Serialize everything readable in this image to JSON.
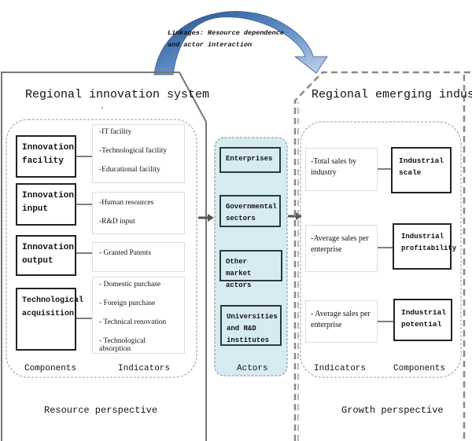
{
  "linkage_label": [
    "Linkages: Resource dependence",
    "and actor interaction"
  ],
  "left": {
    "title": "Regional innovation system",
    "components": [
      {
        "label": "Innovation facility",
        "indicators": [
          "-IT facility",
          "-Technological facility",
          "-Educational facility"
        ]
      },
      {
        "label": "Innovation input",
        "indicators": [
          "-Human resources",
          "-R&D input"
        ]
      },
      {
        "label": "Innovation output",
        "indicators": [
          "- Granted Patents"
        ]
      },
      {
        "label": "Technological acquisition",
        "indicators": [
          "- Domestic purchase",
          "- Foreign purchase",
          "- Technical renovation",
          "- Technological absorption"
        ]
      }
    ],
    "components_label": "Components",
    "indicators_label": "Indicators",
    "perspective": "Resource perspective"
  },
  "actors": {
    "items": [
      "Enterprises",
      "Governmental sectors",
      "Other market actors",
      "Universities and R&D institutes"
    ],
    "label": "Actors",
    "fill": "#d6ebf1"
  },
  "right": {
    "title": "Regional emerging industry",
    "rows": [
      {
        "indicator": "-Total sales by industry",
        "component": "Industrial scale"
      },
      {
        "indicator": "-Average sales per enterprise",
        "component": "Industrial profitability"
      },
      {
        "indicator": "- Average sales per enterprise",
        "component": "Industrial potential"
      }
    ],
    "indicators_label": "Indicators",
    "components_label": "Components",
    "perspective": "Growth perspective"
  },
  "colors": {
    "arrow_dark": "#2f5f9e",
    "arrow_light": "#b8cfe8"
  }
}
